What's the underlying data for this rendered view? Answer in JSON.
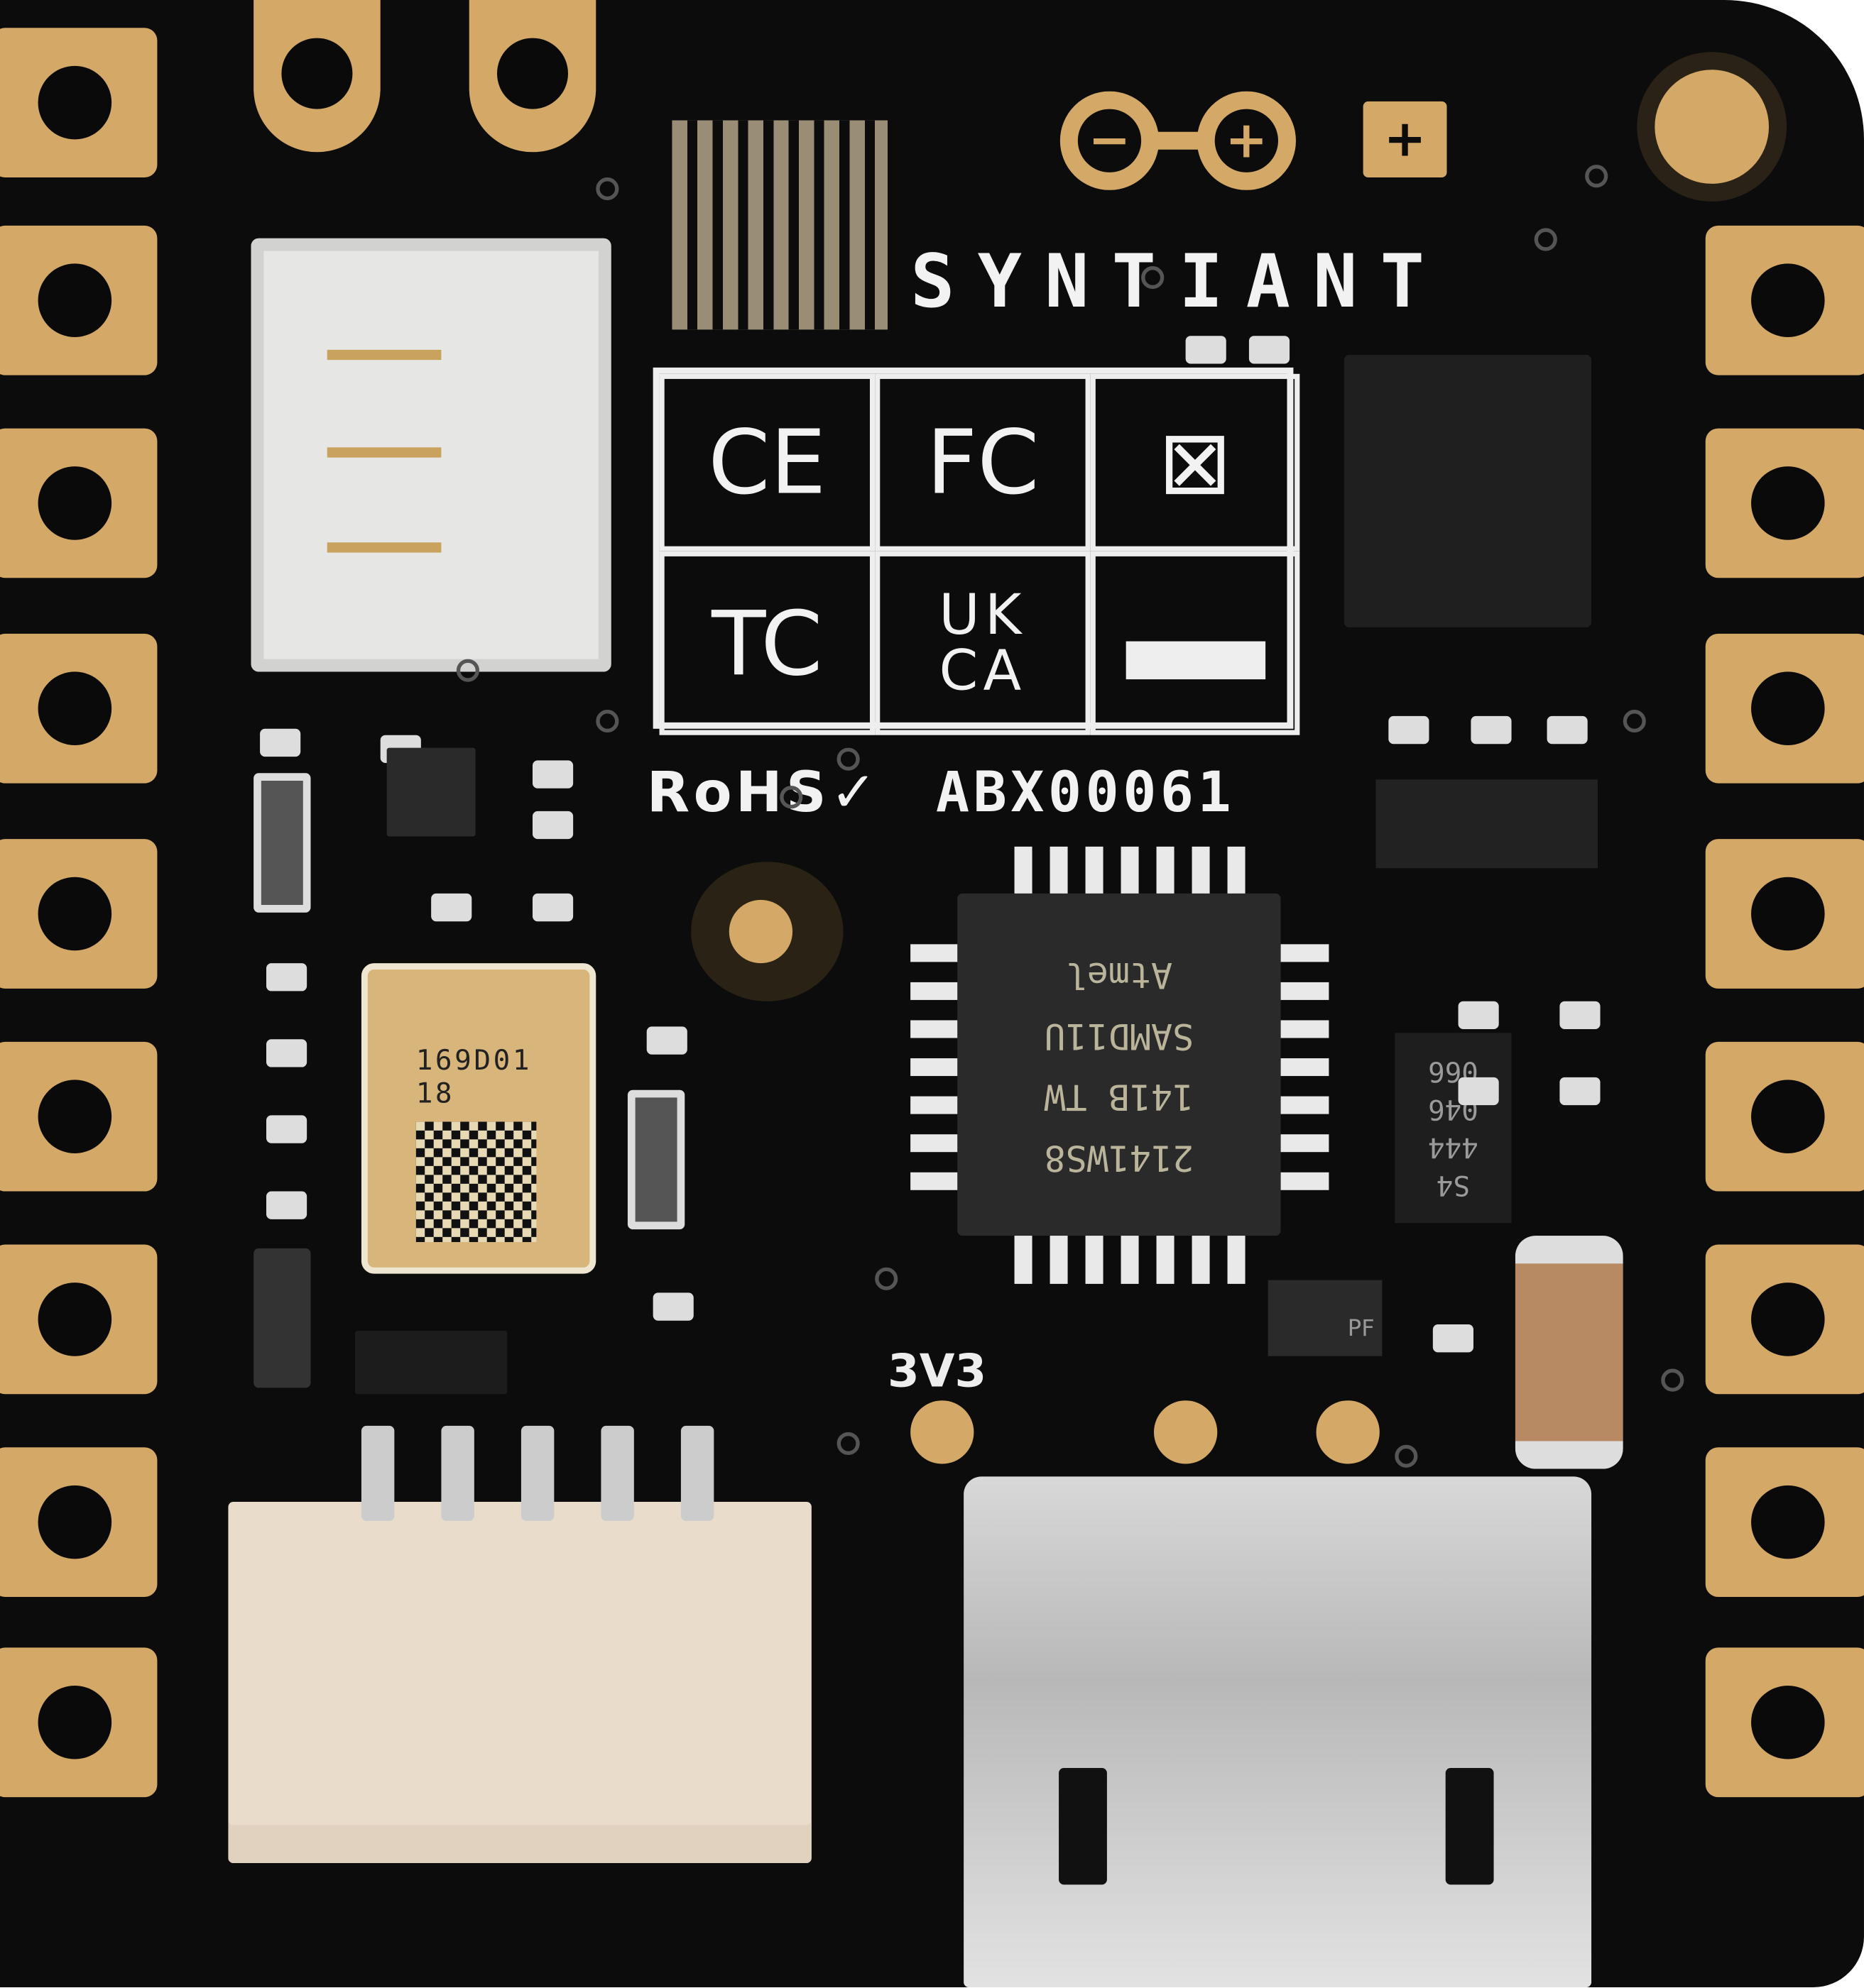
{
  "board": {
    "brand_text": "SYNTIANT",
    "logo_symbols": [
      "−",
      "+"
    ],
    "logo_square_symbol": "+",
    "certifications": {
      "ce": "CE",
      "fcc": "FC",
      "weee": "⊠",
      "tc": "TC",
      "ukca_line1": "UK",
      "ukca_line2": "CA"
    },
    "rohs_label": "RoHS✓",
    "part_number": "ABX00061",
    "voltage_label": "3V3",
    "mcu_marking": [
      "2141WS8",
      "141B TW",
      "SAMD11U",
      "Atmel"
    ],
    "small_ic_marking": [
      "S4",
      "444",
      "046",
      "066"
    ],
    "mic_marking": [
      "169D01",
      "18"
    ],
    "small_chip_marking": "PF"
  },
  "colors": {
    "pcb": "#0c0c0c",
    "gold": "#d4a866",
    "silkscreen": "#f2f2f2"
  }
}
